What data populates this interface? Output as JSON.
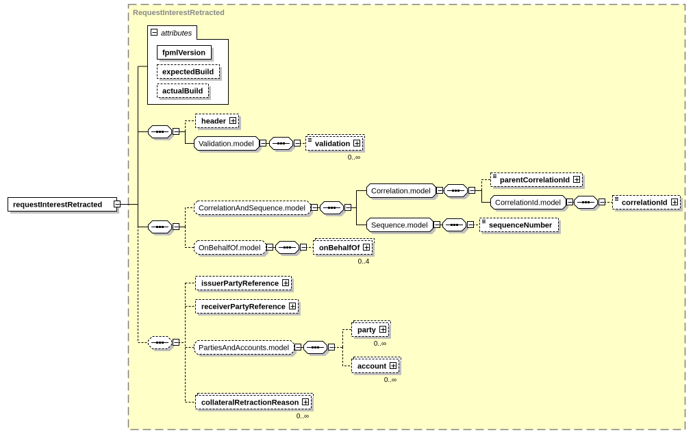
{
  "diagram": {
    "group_title": "RequestInterestRetracted",
    "root": {
      "label": "requestInterestRetracted",
      "expander": "collapse"
    },
    "attributes": {
      "title": "attributes",
      "items": [
        {
          "label": "fpmlVersion",
          "optional": false
        },
        {
          "label": "expectedBuild",
          "optional": true
        },
        {
          "label": "actualBuild",
          "optional": true
        }
      ]
    },
    "sequences": [
      {
        "id": "seq1",
        "optional": false,
        "children": [
          {
            "kind": "element",
            "label": "header",
            "optional": true,
            "expander": "expand"
          },
          {
            "kind": "group",
            "label": "Validation.model",
            "optional": false,
            "sequence": {
              "children": [
                {
                  "kind": "element",
                  "label": "validation",
                  "optional": true,
                  "expander": "expand",
                  "occurs": "0..∞",
                  "multi": true,
                  "doc": true
                }
              ]
            }
          }
        ]
      },
      {
        "id": "seq2",
        "optional": false,
        "children": [
          {
            "kind": "group",
            "label": "CorrelationAndSequence.model",
            "optional": true,
            "sequence": {
              "children": [
                {
                  "kind": "group",
                  "label": "Correlation.model",
                  "optional": false,
                  "sequence": {
                    "children": [
                      {
                        "kind": "element",
                        "label": "parentCorrelationId",
                        "optional": true,
                        "expander": "expand",
                        "doc": true
                      },
                      {
                        "kind": "group",
                        "label": "CorrelationId.model",
                        "optional": false,
                        "sequence": {
                          "children": [
                            {
                              "kind": "element",
                              "label": "correlationId",
                              "optional": true,
                              "expander": "expand",
                              "doc": true
                            }
                          ]
                        }
                      }
                    ]
                  }
                },
                {
                  "kind": "group",
                  "label": "Sequence.model",
                  "optional": false,
                  "sequence": {
                    "children": [
                      {
                        "kind": "element",
                        "label": "sequenceNumber",
                        "optional": true,
                        "doc": true
                      }
                    ]
                  }
                }
              ]
            }
          },
          {
            "kind": "group",
            "label": "OnBehalfOf.model",
            "optional": true,
            "sequence": {
              "children": [
                {
                  "kind": "element",
                  "label": "onBehalfOf",
                  "optional": true,
                  "expander": "expand",
                  "occurs": "0..4",
                  "multi": true
                }
              ]
            }
          }
        ]
      },
      {
        "id": "seq3",
        "optional": true,
        "children": [
          {
            "kind": "element",
            "label": "issuerPartyReference",
            "optional": true,
            "expander": "expand"
          },
          {
            "kind": "element",
            "label": "receiverPartyReference",
            "optional": true,
            "expander": "expand"
          },
          {
            "kind": "group",
            "label": "PartiesAndAccounts.model",
            "optional": true,
            "sequence": {
              "children": [
                {
                  "kind": "element",
                  "label": "party",
                  "optional": true,
                  "expander": "expand",
                  "occurs": "0..∞",
                  "multi": true
                },
                {
                  "kind": "element",
                  "label": "account",
                  "optional": true,
                  "expander": "expand",
                  "occurs": "0..∞",
                  "multi": true
                }
              ]
            }
          },
          {
            "kind": "element",
            "label": "collateralRetractionReason",
            "optional": true,
            "expander": "expand",
            "occurs": "0..∞",
            "multi": true
          }
        ]
      }
    ],
    "colors": {
      "group_background": "#ffffc8",
      "group_border": "#808080",
      "node_fill": "#ffffff",
      "shadow": "#c0c0c0",
      "line": "#000000"
    }
  }
}
